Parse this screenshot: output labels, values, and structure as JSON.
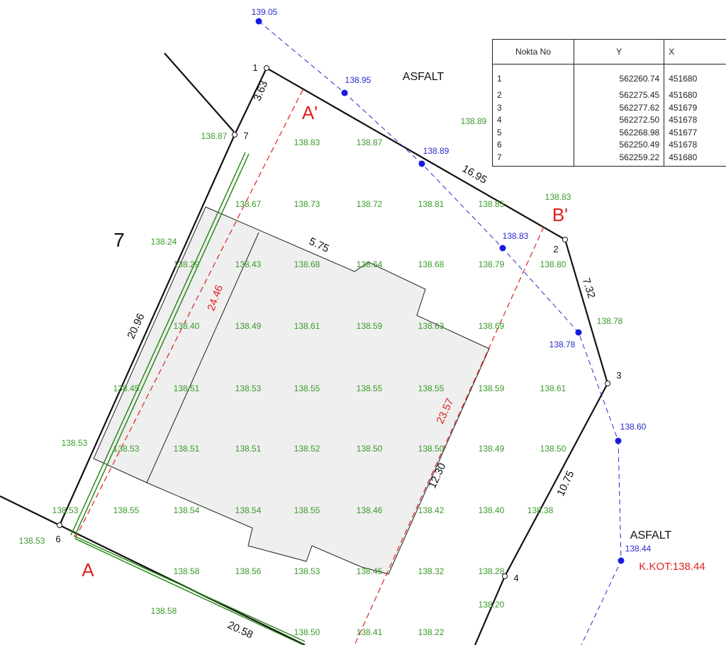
{
  "table": {
    "headers": [
      "Nokta   No",
      "Y",
      "X"
    ],
    "rows": [
      [
        "1",
        "562260.74",
        "451680"
      ],
      [
        "2",
        "562275.45",
        "451680"
      ],
      [
        "3",
        "562277.62",
        "451679"
      ],
      [
        "4",
        "562272.50",
        "451678"
      ],
      [
        "5",
        "562268.98",
        "451677"
      ],
      [
        "6",
        "562250.49",
        "451678"
      ],
      [
        "7",
        "562259.22",
        "451680"
      ]
    ]
  },
  "labels": {
    "asfalt_top": "ASFALT",
    "asfalt_right": "ASFALT",
    "kkot": "K.KOT:138.44",
    "parcel": "7",
    "section_a": "A",
    "section_a_prime": "A'",
    "section_b_prime": "B'"
  },
  "points": [
    "1",
    "2",
    "3",
    "4",
    "6",
    "7"
  ],
  "dimensions": [
    "3.63",
    "16.95",
    "7.32",
    "10.75",
    "20.96",
    "20.58",
    "5.75",
    "12.30"
  ],
  "red_dimensions": [
    "24.46",
    "23.57"
  ],
  "road_elevations": [
    "139.05",
    "138.95",
    "138.89",
    "138.83",
    "138.78",
    "138.60",
    "138.44"
  ],
  "ground_elevations": [
    "138.87",
    "138.83",
    "138.87",
    "138.89",
    "138.83",
    "138.67",
    "138.73",
    "138.72",
    "138.81",
    "138.85",
    "138.24",
    "138.29",
    "138.43",
    "138.68",
    "138.64",
    "138.68",
    "138.79",
    "138.80",
    "138.78",
    "138.40",
    "138.49",
    "138.61",
    "138.59",
    "138.63",
    "138.69",
    "138.45",
    "138.51",
    "138.53",
    "138.55",
    "138.55",
    "138.55",
    "138.59",
    "138.61",
    "138.53",
    "138.53",
    "138.51",
    "138.51",
    "138.52",
    "138.50",
    "138.50",
    "138.49",
    "138.50",
    "138.53",
    "138.55",
    "138.54",
    "138.54",
    "138.55",
    "138.46",
    "138.42",
    "138.40",
    "138.38",
    "138.53",
    "138.58",
    "138.56",
    "138.53",
    "138.45",
    "138.32",
    "138.28",
    "138.20",
    "138.58",
    "138.50",
    "138.41",
    "138.22"
  ],
  "colors": {
    "ground": "#3a9a2a",
    "road": "#2a2ad0",
    "section": "#e02020",
    "building": "#efefef"
  }
}
